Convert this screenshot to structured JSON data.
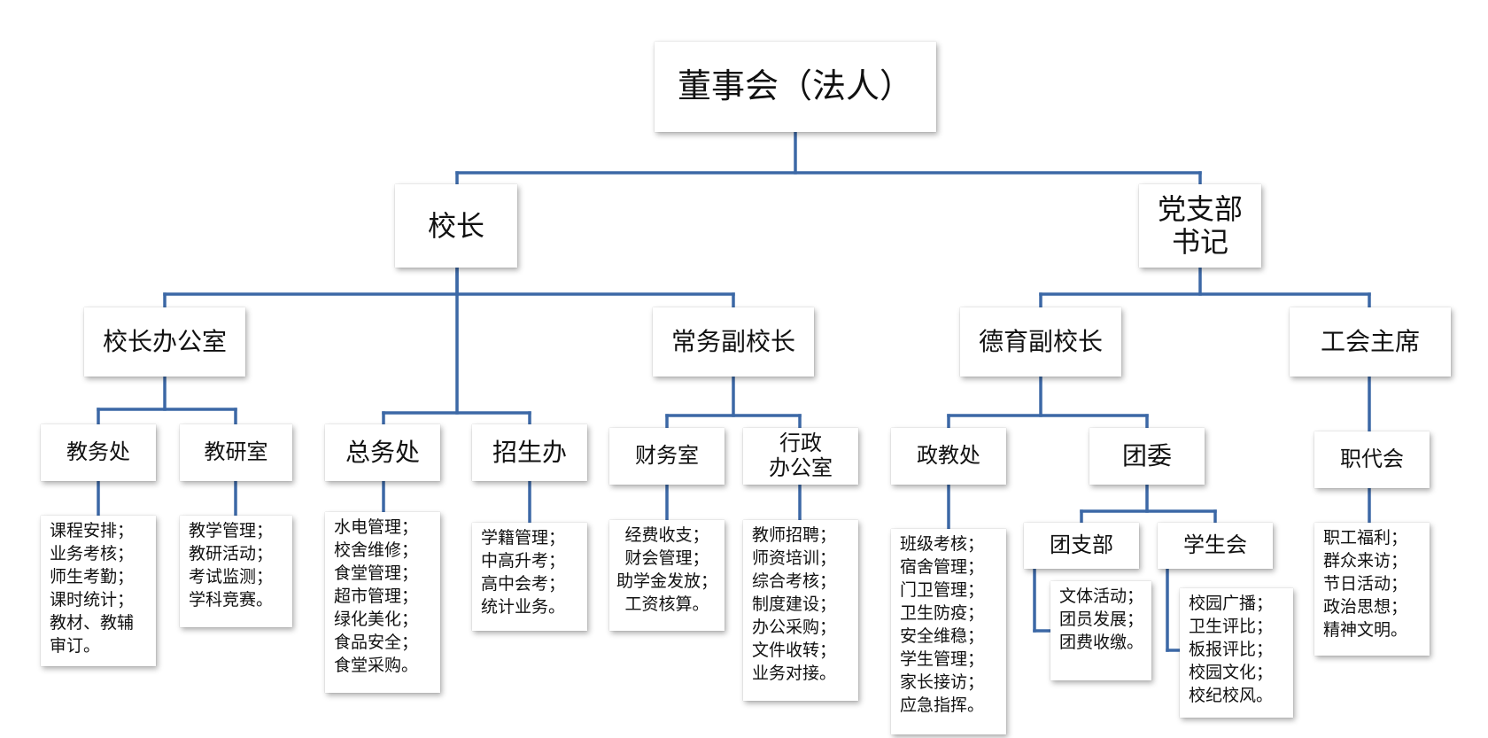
{
  "title": "",
  "colors": {
    "line": "#3c68a6",
    "box_bg": "#ffffff"
  },
  "nodes": {
    "board": "董事会（法人）",
    "principal": "校长",
    "party_secretary": "党支部\n书记",
    "principal_office": "校长办公室",
    "executive_vice_principal": "常务副校长",
    "moral_vice_principal": "德育副校长",
    "union_chair": "工会主席",
    "academic_affairs": "教务处",
    "teaching_research": "教研室",
    "general_affairs": "总务处",
    "admissions": "招生办",
    "finance": "财务室",
    "admin_office": "行政\n办公室",
    "political_education": "政教处",
    "youth_league": "团委",
    "league_branch": "团支部",
    "student_union": "学生会",
    "staff_congress": "职代会"
  },
  "duties": {
    "academic_affairs": "课程安排；\n业务考核；\n师生考勤；\n课时统计；\n教材、教辅\n    审订。",
    "teaching_research": "教学管理；\n教研活动；\n考试监测；\n学科竞赛。",
    "general_affairs": "水电管理；\n校舍维修；\n食堂管理；\n超市管理；\n绿化美化；\n食品安全；\n食堂采购。",
    "admissions": "学籍管理；\n中高升考；\n高中会考；\n统计业务。",
    "finance": "经费收支；\n财会管理；\n助学金发放；\n工资核算。",
    "admin_office": "教师招聘；\n师资培训；\n综合考核；\n制度建设；\n办公采购；\n文件收转；\n业务对接。",
    "political_education": "班级考核；\n宿舍管理；\n门卫管理；\n卫生防疫；\n安全维稳；\n学生管理；\n家长接访；\n应急指挥。",
    "league_branch": "文体活动；\n团员发展；\n团费收缴。",
    "student_union": "校园广播；\n卫生评比；\n板报评比；\n校园文化；\n校纪校风。",
    "staff_congress": "职工福利；\n群众来访；\n节日活动；\n政治思想；\n精神文明。"
  }
}
